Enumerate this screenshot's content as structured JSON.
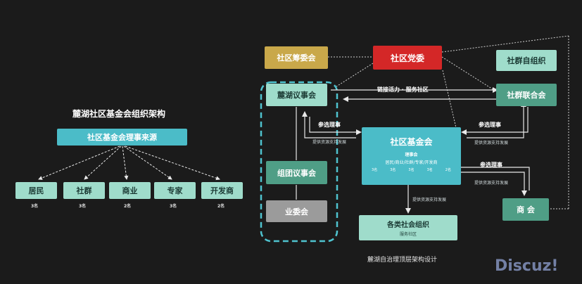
{
  "left": {
    "title": "麓湖社区基金会组织架构",
    "source": "社区基金会理事来源",
    "children": [
      {
        "label": "居民",
        "count": "3名"
      },
      {
        "label": "社群",
        "count": "3名"
      },
      {
        "label": "商业",
        "count": "2名"
      },
      {
        "label": "专家",
        "count": "3名"
      },
      {
        "label": "开发商",
        "count": "2名"
      }
    ]
  },
  "right": {
    "fundraising": "社区筹委会",
    "party": "社区党委",
    "self_org": "社群自组织",
    "council": "麓湖议事会",
    "community_union": "社群联合会",
    "link_label": "链接活力 · 服务社区",
    "elect1": "参选理事",
    "elect1_sub": "提供资源支持发展",
    "elect2": "参选理事",
    "elect2_sub": "提供资源支持发展",
    "elect3": "参选理事",
    "elect3_sub": "提供资源支持发展",
    "foundation": {
      "title": "社区基金会",
      "sub": "理事会",
      "members": "居民/商业/社群/专家/开发商",
      "counts": [
        "3名",
        "3名",
        "3名",
        "3名",
        "2名"
      ]
    },
    "group_council": "组团议事会",
    "owner_committee": "业委会",
    "business": "商 会",
    "support_label": "提供资源支持发展",
    "social_org": {
      "title": "各类社会组织",
      "sub": "服务社区"
    },
    "caption": "麓湖自治理顶层架构设计"
  },
  "watermark": "Discuz!"
}
